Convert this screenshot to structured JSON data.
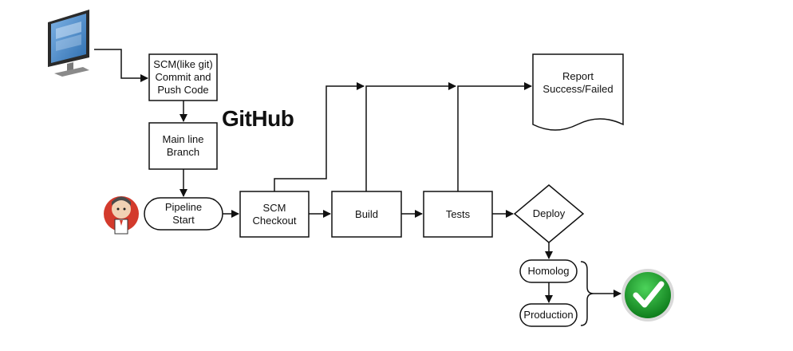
{
  "nodes": {
    "scm": "SCM(like git)\nCommit and\nPush Code",
    "mainline": "Main line\nBranch",
    "pipeline": "Pipeline\nStart",
    "checkout": "SCM\nCheckout",
    "build": "Build",
    "tests": "Tests",
    "deploy": "Deploy",
    "report": "Report\nSuccess/Failed",
    "homolog": "Homolog",
    "production": "Production"
  },
  "logo": {
    "github": "GitHub"
  },
  "icons": {
    "computer": "computer-monitor-icon",
    "jenkins": "jenkins-butler-icon",
    "success": "green-checkmark-icon"
  },
  "colors": {
    "stroke": "#111111",
    "success_green": "#1e9e2a",
    "jenkins_red": "#d33a2c",
    "monitor_blue": "#3b7fc4"
  }
}
